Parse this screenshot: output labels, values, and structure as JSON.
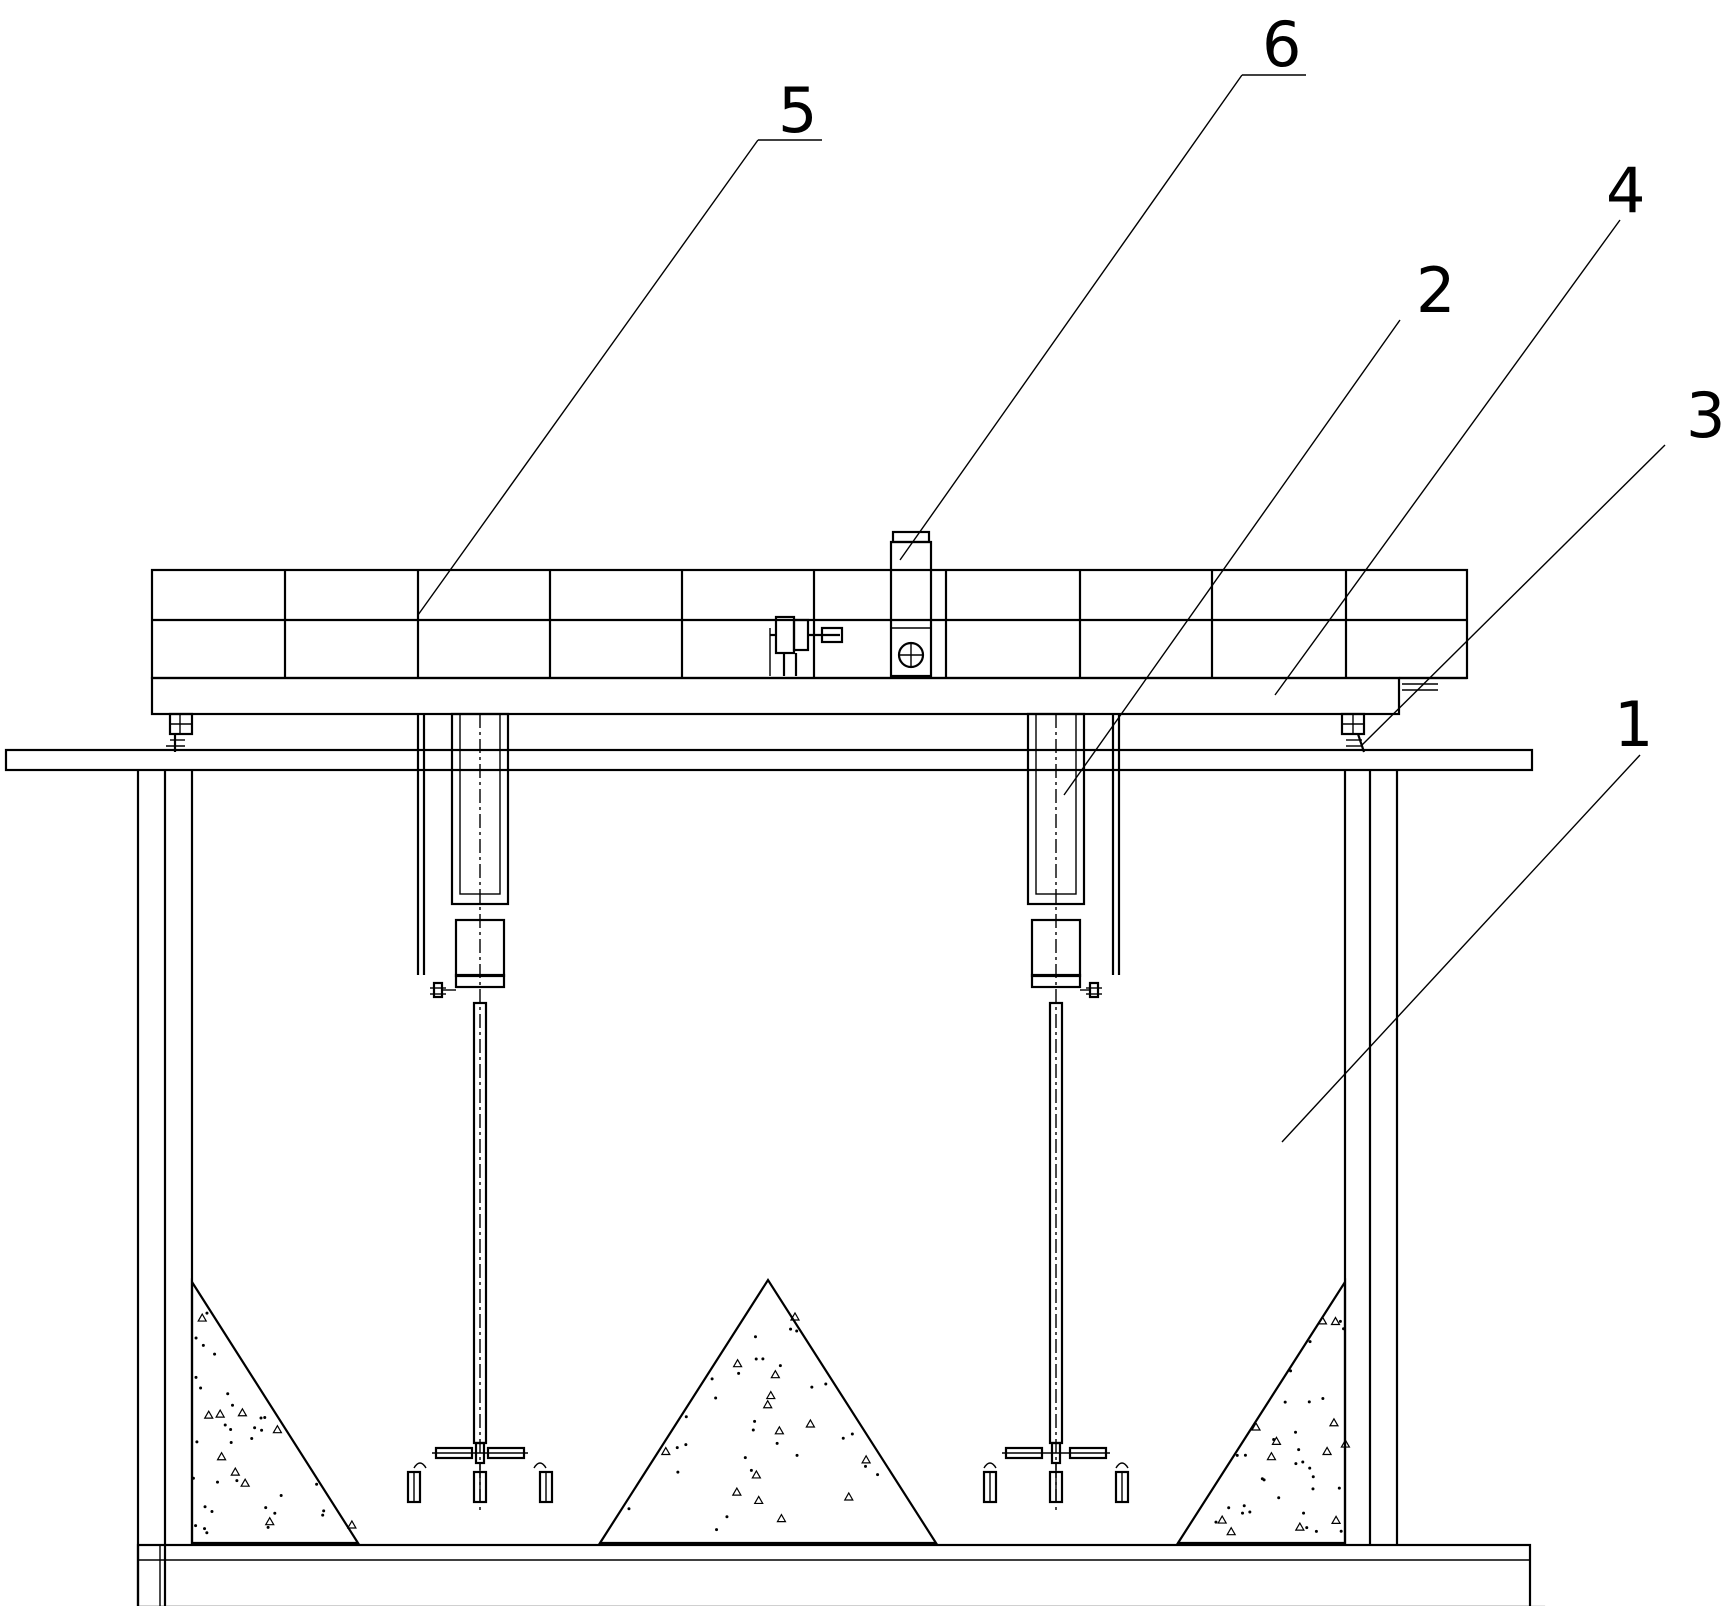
{
  "figure": {
    "labels": [
      {
        "id": "label-1",
        "text": "1"
      },
      {
        "id": "label-2",
        "text": "2"
      },
      {
        "id": "label-3",
        "text": "3"
      },
      {
        "id": "label-4",
        "text": "4"
      },
      {
        "id": "label-5",
        "text": "5"
      },
      {
        "id": "label-6",
        "text": "6"
      }
    ]
  }
}
